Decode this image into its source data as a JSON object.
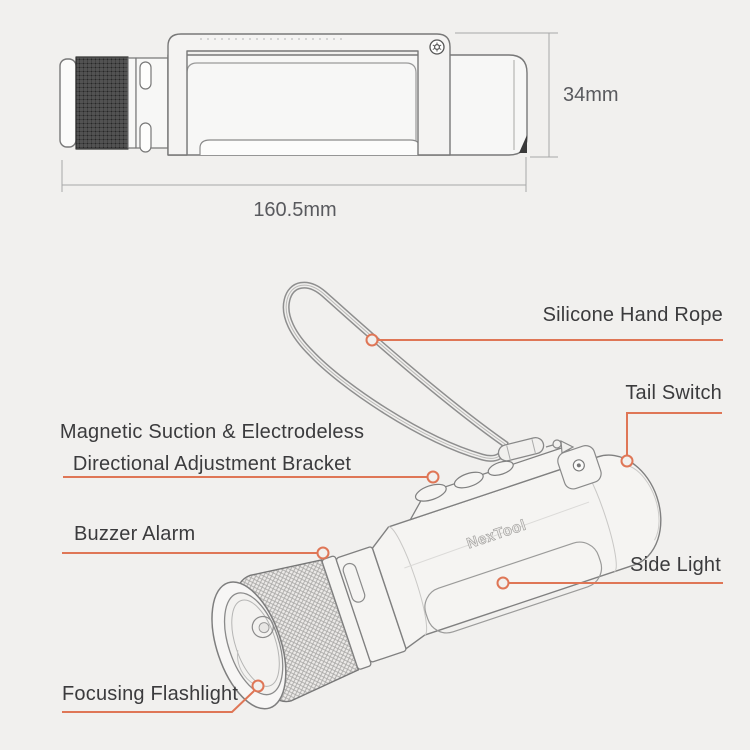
{
  "diagram_title": "flashlight-product-feature-diagram",
  "colors": {
    "background": "#f1f0ee",
    "line": "#808080",
    "accent_leader": "#df7656",
    "label_text": "#3b3b3d",
    "dimension_text": "#595a5e",
    "knurl_dark": "#262626"
  },
  "top_view": {
    "length_dimension": "160.5mm",
    "height_dimension": "34mm"
  },
  "bottom_view": {
    "brand": "NexTool",
    "labels": {
      "hand_rope": "Silicone Hand Rope",
      "tail_switch": "Tail Switch",
      "bracket_line1": "Magnetic Suction & Electrodeless",
      "bracket_line2": "Directional Adjustment Bracket",
      "buzzer": "Buzzer Alarm",
      "side_light": "Side Light",
      "focusing": "Focusing Flashlight"
    }
  }
}
